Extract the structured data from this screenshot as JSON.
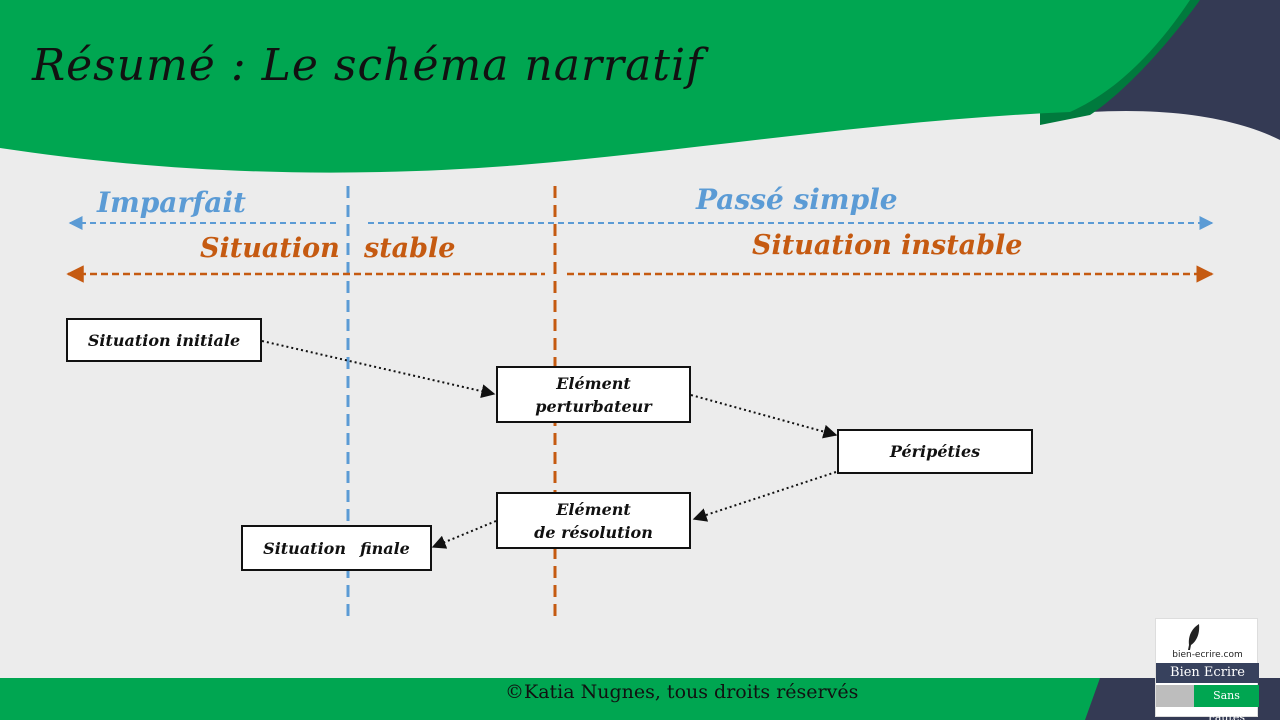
{
  "title": "Résumé : Le schéma narratif",
  "tenses": {
    "imparfait": "Imparfait",
    "passe_simple": "Passé simple"
  },
  "situations": {
    "stable_part1": "Situation",
    "stable_part2": "stable",
    "instable": "Situation instable"
  },
  "boxes": {
    "situation_initiale": "Situation initiale",
    "element_perturbateur_line1": "Elément",
    "element_perturbateur_line2": "perturbateur",
    "peripeties": "Péripéties",
    "element_resolution_line1": "Elément",
    "element_resolution_line2": "de résolution",
    "situation_finale_part1": "Situation",
    "situation_finale_part2": "finale"
  },
  "footer": "©Katia Nugnes, tous droits réservés",
  "logo": {
    "url": "bien-ecrire.com",
    "name": "Bien Ecrire",
    "tagline": "Sans Fautes"
  },
  "colors": {
    "header_green": "#00a651",
    "dark_green": "#007a3d",
    "navy": "#343a54",
    "background": "#ececec",
    "tense_blue": "#5b9bd5",
    "situation_orange": "#c55a11"
  }
}
